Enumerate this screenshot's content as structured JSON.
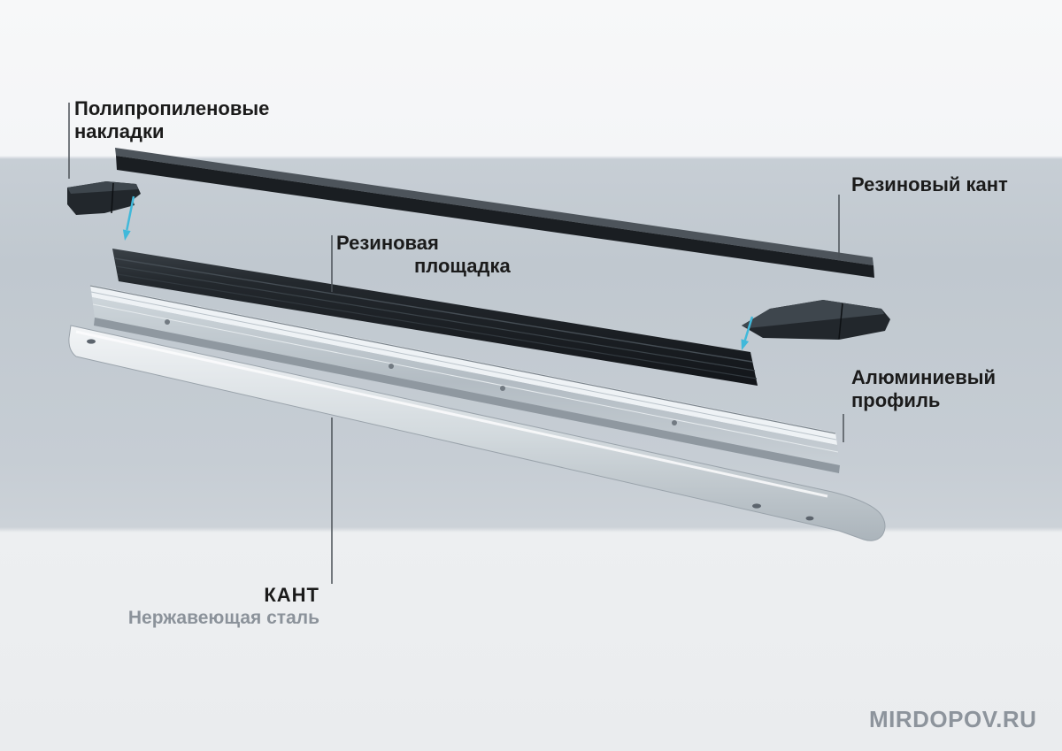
{
  "labels": {
    "pads": {
      "line1": "Полипропиленовые",
      "line2": "накладки"
    },
    "rubber_edge": {
      "text": "Резиновый кант"
    },
    "rubber_platform": {
      "line1": "Резиновая",
      "line2": "площадка"
    },
    "aluminum_profile": {
      "line1": "Алюминиевый",
      "line2": "профиль"
    },
    "kant": {
      "title": "КАНТ",
      "subtitle": "Нержавеющая сталь"
    },
    "watermark": "MIRDOPOV.RU"
  },
  "parts": [
    {
      "name": "polypropylene-pad-left",
      "label": "Полипропиленовые накладки"
    },
    {
      "name": "polypropylene-pad-right",
      "label": "Полипропиленовые накладки"
    },
    {
      "name": "rubber-edge-strip",
      "label": "Резиновый кант"
    },
    {
      "name": "rubber-platform",
      "label": "Резиновая площадка"
    },
    {
      "name": "aluminum-profile",
      "label": "Алюминиевый профиль"
    },
    {
      "name": "steel-kant",
      "label": "КАНТ"
    }
  ],
  "colors": {
    "accent_arrow": "#41b9da",
    "dark_rubber": "#1e2327",
    "aluminum": "#c7ced5",
    "steel": "#d6dce1",
    "band": "#c4cbd2",
    "label_text": "#1b1b1b",
    "subtitle_gray": "#8b929a",
    "watermark_gray": "#8d949c"
  }
}
